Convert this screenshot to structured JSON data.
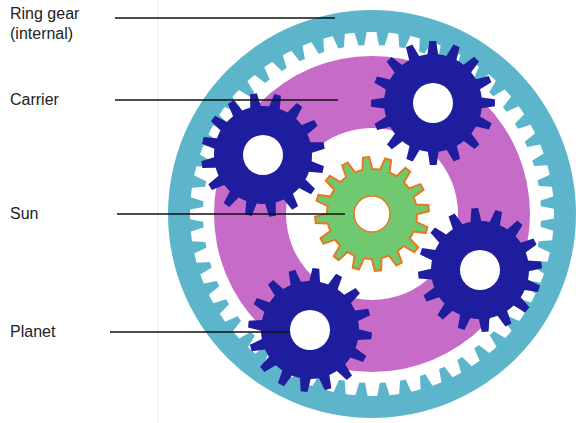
{
  "diagram": {
    "labels": [
      "Ring gear (internal)",
      "Carrier",
      "Sun",
      "Planet"
    ]
  }
}
